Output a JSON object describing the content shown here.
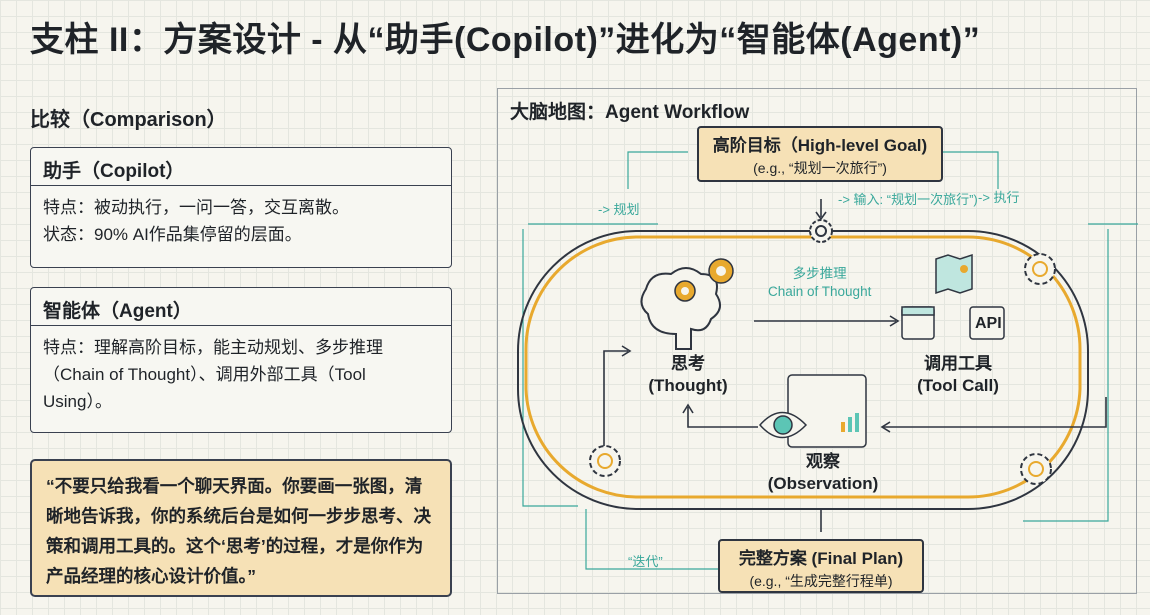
{
  "title": "支柱 II：方案设计 - 从“助手(Copilot)”进化为“智能体(Agent)”",
  "comparison": {
    "heading": "比较（Comparison）",
    "copilot": {
      "title": "助手（Copilot）",
      "lines": [
        "特点：被动执行，一问一答，交互离散。",
        "状态：90% AI作品集停留的层面。"
      ]
    },
    "agent": {
      "title": "智能体（Agent）",
      "text": "特点：理解高阶目标，能主动规划、多步推理（Chain of Thought）、调用外部工具（Tool Using）。"
    },
    "quote": "“不要只给我看一个聊天界面。你要画一张图，清晰地告诉我，你的系统后台是如何一步步思考、决策和调用工具的。这个‘思考’的过程，才是你作为产品经理的核心设计价值。”"
  },
  "diagram": {
    "title": "大脑地图：Agent Workflow",
    "goal": {
      "title": "高阶目标（High-level Goal)",
      "example": "(e.g., “规划一次旅行”)"
    },
    "goal_note": "-> 输入: “规划一次旅行”)",
    "cot": {
      "cn": "多步推理",
      "en": "Chain of Thought"
    },
    "thought": {
      "cn": "思考",
      "en": "(Thought)"
    },
    "tool": {
      "cn": "调用工具",
      "en": "(Tool Call)",
      "api": "API"
    },
    "observation": {
      "cn": "观察",
      "en": "(Observation)"
    },
    "final": {
      "title": "完整方案 (Final Plan)",
      "example": "(e.g., “生成完整行程单)"
    },
    "side_labels": {
      "top_left": "-> 规划",
      "top_right": "-> 执行",
      "bottom_left": "“迭代”"
    },
    "colors": {
      "accent": "#e8a92e",
      "teal": "#3aa89b",
      "box": "#f6e1b6"
    }
  }
}
